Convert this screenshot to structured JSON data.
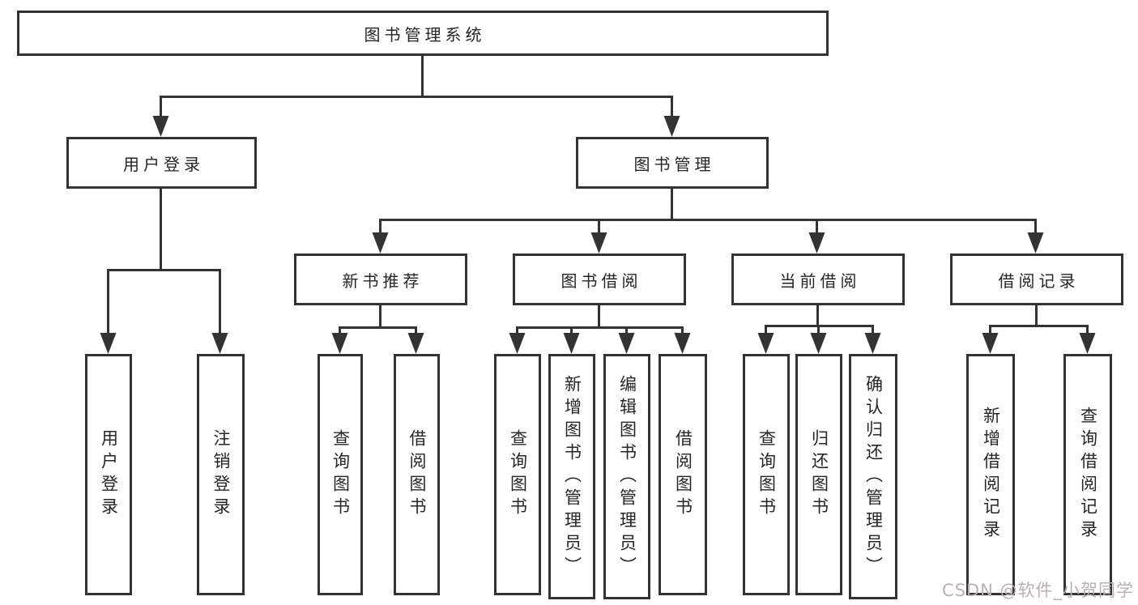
{
  "nodes": {
    "root": "图书管理系统",
    "user_login": "用户登录",
    "book_mgmt": "图书管理",
    "new_books": "新书推荐",
    "borrowing": "图书借阅",
    "current": "当前借阅",
    "records": "借阅记录",
    "leaf_user_login": "用户登录",
    "leaf_logout": "注销登录",
    "leaf_nb_query": "查询图书",
    "leaf_nb_borrow": "借阅图书",
    "leaf_bw_query": "查询图书",
    "leaf_bw_add": "新增图书（管理员）",
    "leaf_bw_edit": "编辑图书（管理员）",
    "leaf_bw_borrow": "借阅图书",
    "leaf_cur_query": "查询图书",
    "leaf_cur_return": "归还图书",
    "leaf_cur_confirm": "确认归还（管理员）",
    "leaf_rec_add": "新增借阅记录",
    "leaf_rec_query": "查询借阅记录"
  },
  "hierarchy": {
    "图书管理系统": {
      "用户登录": [
        "用户登录",
        "注销登录"
      ],
      "图书管理": {
        "新书推荐": [
          "查询图书",
          "借阅图书"
        ],
        "图书借阅": [
          "查询图书",
          "新增图书（管理员）",
          "编辑图书（管理员）",
          "借阅图书"
        ],
        "当前借阅": [
          "查询图书",
          "归还图书",
          "确认归还（管理员）"
        ],
        "借阅记录": [
          "新增借阅记录",
          "查询借阅记录"
        ]
      }
    }
  },
  "watermark": {
    "text": "CSDN @软件_小贺同学"
  },
  "colors": {
    "line": "#333333",
    "text": "#262626",
    "watermark_text": "#b9b1b1",
    "background": "#ffffff"
  }
}
